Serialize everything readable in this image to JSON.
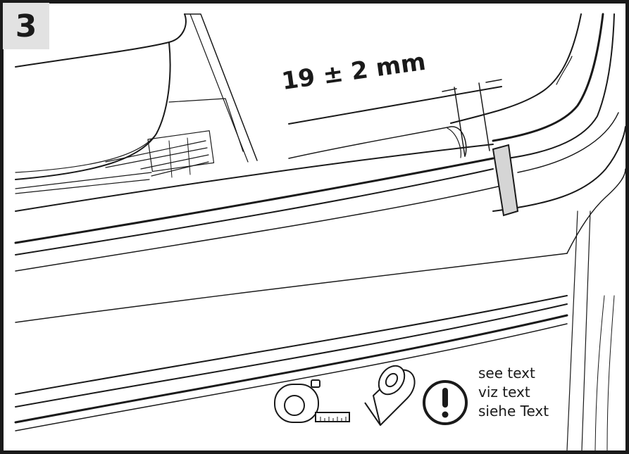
{
  "step": {
    "number": "3"
  },
  "dimension": {
    "label": "19 ± 2 mm"
  },
  "tools": [
    {
      "icon": "tape-measure-icon"
    },
    {
      "icon": "tape-roll-icon"
    },
    {
      "icon": "exclamation-icon"
    }
  ],
  "note": {
    "line1": "see text",
    "line2": "viz text",
    "line3": "siehe Text"
  }
}
